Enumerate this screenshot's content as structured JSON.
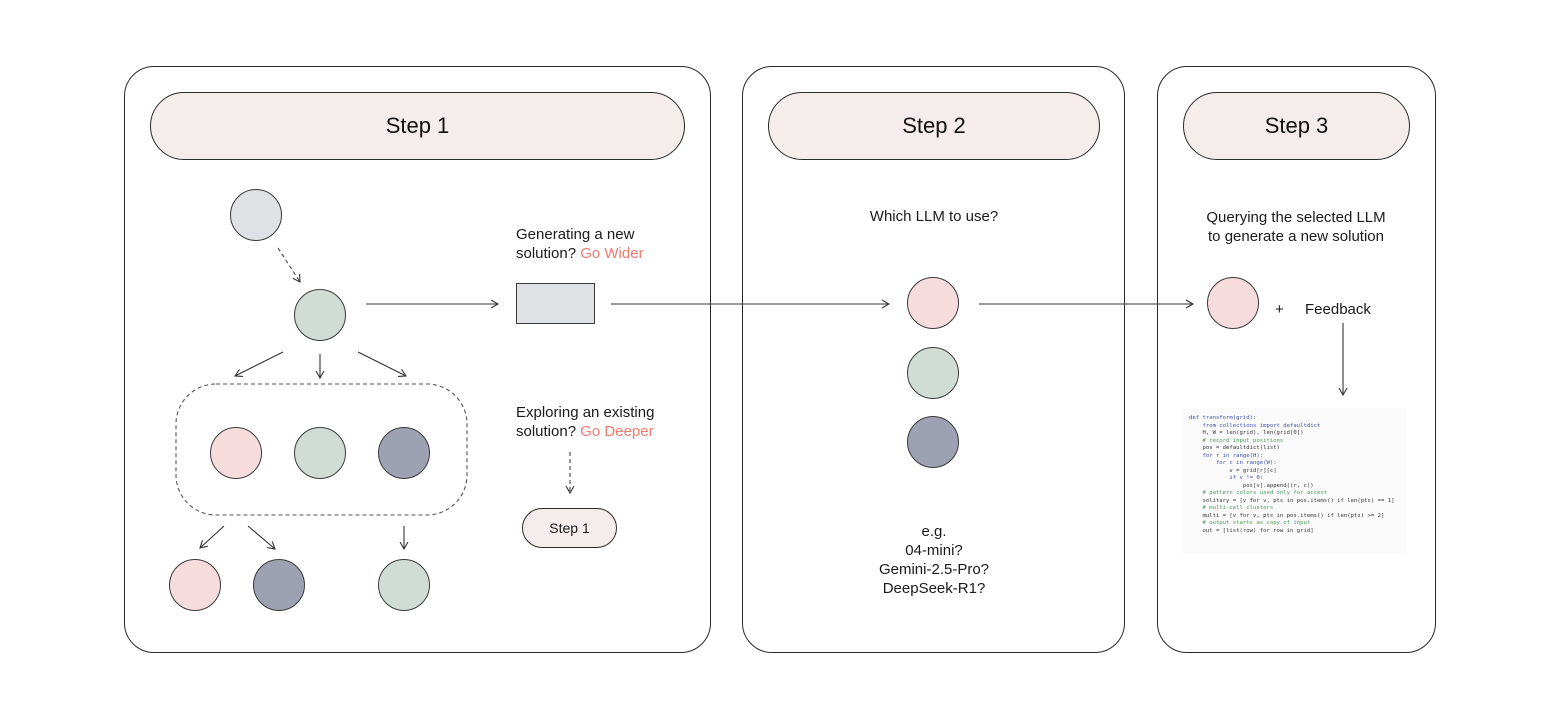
{
  "steps": {
    "step1": {
      "title": "Step 1"
    },
    "step2": {
      "title": "Step 2"
    },
    "step3": {
      "title": "Step 3"
    }
  },
  "step1": {
    "wider_text": "Generating a new solution?",
    "wider_line1": "Generating a new",
    "wider_line2": "solution?",
    "wider_accent": "Go Wider",
    "deeper_line1": "Exploring an existing",
    "deeper_line2": "solution?",
    "deeper_accent": "Go Deeper",
    "loop_label": "Step 1"
  },
  "step2": {
    "question": "Which LLM to use?",
    "examples": [
      "e.g.",
      "04-mini?",
      "Gemini-2.5-Pro?",
      "DeepSeek-R1?"
    ]
  },
  "step3": {
    "line1": "Querying the selected LLM",
    "line2": "to generate a new solution",
    "plus": "+",
    "feedback": "Feedback",
    "code_lines": [
      "def transform(grid):",
      "    from collections import defaultdict",
      "    H, W = len(grid), len(grid[0])",
      "    # record input positions",
      "    pos = defaultdict(list)",
      "    for r in range(H):",
      "        for c in range(W):",
      "            v = grid[r][c]",
      "            if v != 0:",
      "                pos[v].append((r, c))",
      "    # pattern colors used only for accent",
      "    solitary = [v for v, pts in pos.items() if len(pts) == 1]",
      "    # multi-cell clusters",
      "    multi = [v for v, pts in pos.items() if len(pts) >= 2]",
      "    # output starts as copy of input",
      "    out = [list(row) for row in grid]"
    ]
  },
  "colors": {
    "pill_bg": "#f5ecec",
    "gray_node": "#e0e1e4",
    "sage_node": "#d1dcd6",
    "pink_node": "#f6dcdd",
    "navy_node": "#9da1b2",
    "accent": "#f27a6f"
  }
}
